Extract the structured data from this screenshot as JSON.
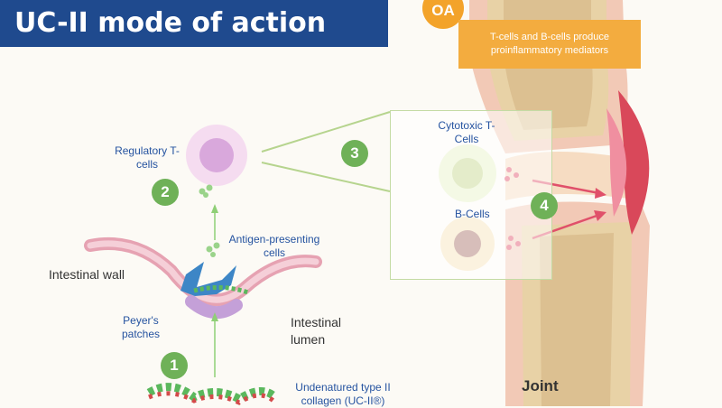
{
  "title": "UC-II mode of action",
  "oa": {
    "badge": "OA",
    "description": "T-cells and B-cells produce proinflammatory mediators"
  },
  "steps": [
    "1",
    "2",
    "3",
    "4"
  ],
  "labels": {
    "regulatory_tcells": "Regulatory T-cells",
    "antigen_presenting": "Antigen-presenting cells",
    "intestinal_wall": "Intestinal wall",
    "peyers_patches": "Peyer's patches",
    "intestinal_lumen": "Intestinal lumen",
    "collagen": "Undenatured type II collagen (UC-II®)",
    "cytotoxic_tcells": "Cytotoxic T-Cells",
    "bcells": "B-Cells",
    "joint": "Joint"
  },
  "colors": {
    "title_bg": "#1f4a8e",
    "accent_orange": "#f3a32a",
    "step_green": "#6fb158",
    "label_blue": "#2553a0"
  }
}
